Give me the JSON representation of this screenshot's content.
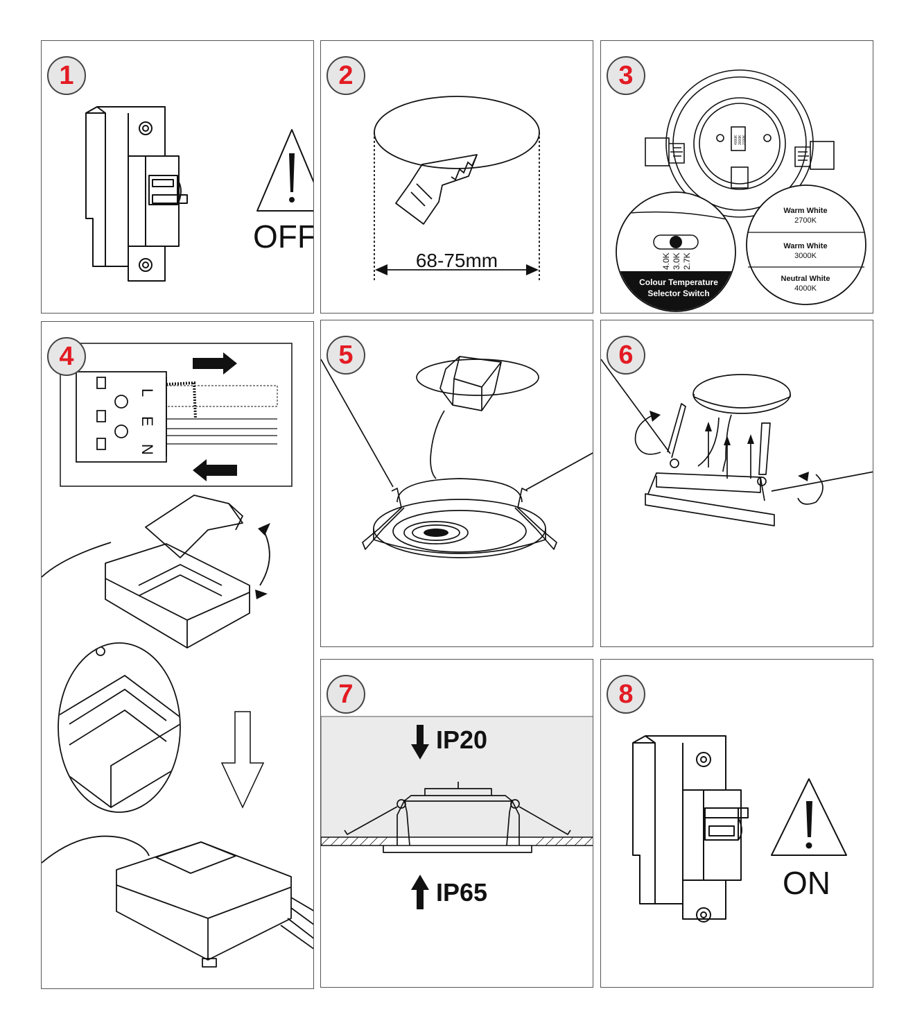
{
  "steps": [
    {
      "number": "1",
      "label": "OFF"
    },
    {
      "number": "2",
      "label": "68-75mm"
    },
    {
      "number": "3"
    },
    {
      "number": "4"
    },
    {
      "number": "5"
    },
    {
      "number": "6"
    },
    {
      "number": "7",
      "top_label": "IP20",
      "bottom_label": "IP65"
    },
    {
      "number": "8",
      "label": "ON"
    }
  ],
  "switch_panel": {
    "positions": [
      "4.0K",
      "3.0K",
      "2.7K"
    ],
    "caption_line1": "Colour Temperature",
    "caption_line2": "Selector Switch",
    "tiny_labels": [
      "4000K",
      "3000K",
      "2700K"
    ],
    "options": [
      {
        "name": "Warm White",
        "temp": "2700K"
      },
      {
        "name": "Warm White",
        "temp": "3000K"
      },
      {
        "name": "Neutral White",
        "temp": "4000K"
      }
    ]
  },
  "connector_letters": [
    "L",
    "E",
    "N"
  ],
  "colors": {
    "badge_number": "#e31b23",
    "badge_fill": "#e6e6e6",
    "line": "#111111",
    "ceiling_fill": "#ebebeb"
  }
}
